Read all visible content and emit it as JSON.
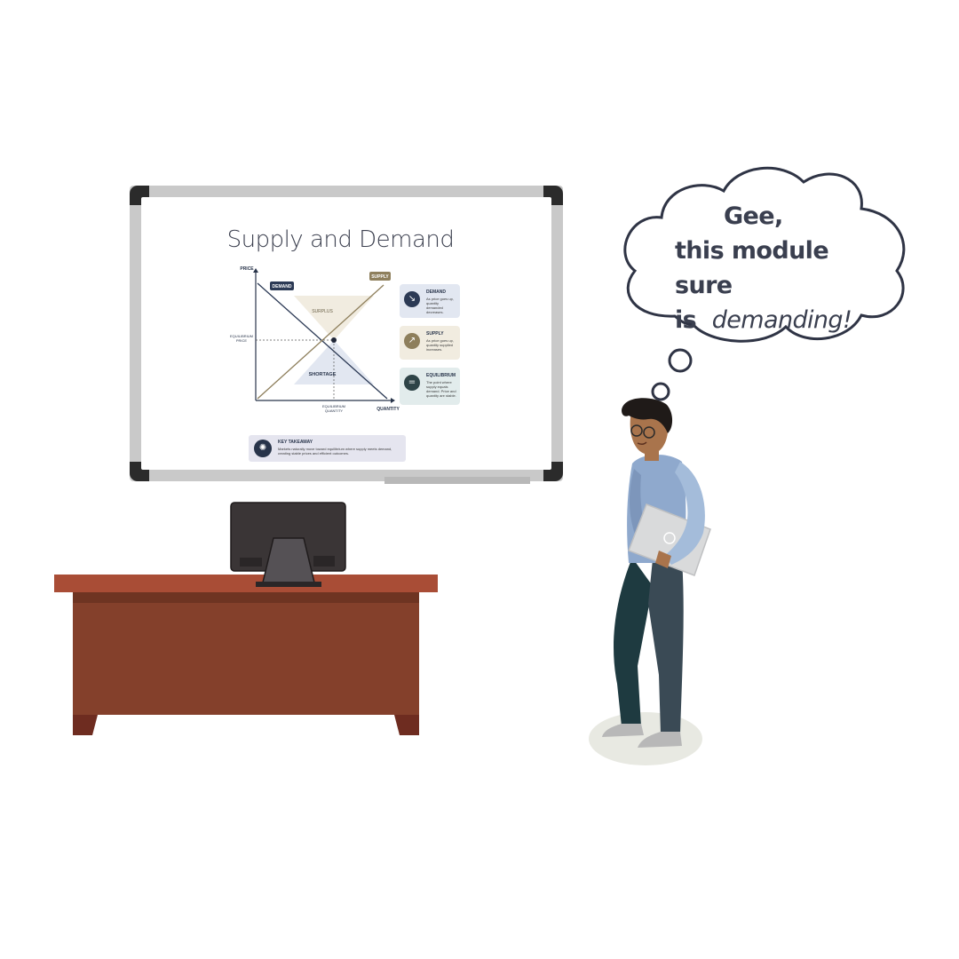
{
  "board": {
    "title": "Supply and Demand",
    "chart": {
      "price_axis": "PRICE",
      "quantity_axis": "QUANTITY",
      "equilibrium_price": "EQUILIBRIUM PRICE",
      "equilibrium_quantity": "EQUILIBRIUM QUANTITY",
      "demand_tag": "DEMAND",
      "supply_tag": "SUPPLY",
      "surplus": "SURPLUS",
      "shortage": "SHORTAGE"
    },
    "cards": {
      "demand": {
        "title": "DEMAND",
        "text": "As price goes up, quantity demanded decreases.",
        "icon": "arrow-down-right-icon"
      },
      "supply": {
        "title": "SUPPLY",
        "text": "As price goes up, quantity supplied increases.",
        "icon": "arrow-up-right-icon"
      },
      "equilibrium": {
        "title": "EQUILIBRIUM",
        "text": "The point where supply equals demand. Price and quantity are stable.",
        "icon": "equals-icon"
      }
    },
    "takeaway": {
      "title": "KEY TAKEAWAY",
      "text": "Markets naturally move toward equilibrium where supply meets demand, creating stable prices and efficient outcomes.",
      "icon": "lightbulb-icon"
    }
  },
  "thought_bubble": {
    "line1": "Gee,",
    "line2": "this module sure",
    "line3_prefix": "is",
    "line3_emphasis": "demanding!"
  },
  "colors": {
    "demand": "#2c3a55",
    "supply": "#8e7f5c",
    "desk": "#84402b",
    "desk_top": "#a94d36",
    "shirt": "#8fa9cd"
  }
}
